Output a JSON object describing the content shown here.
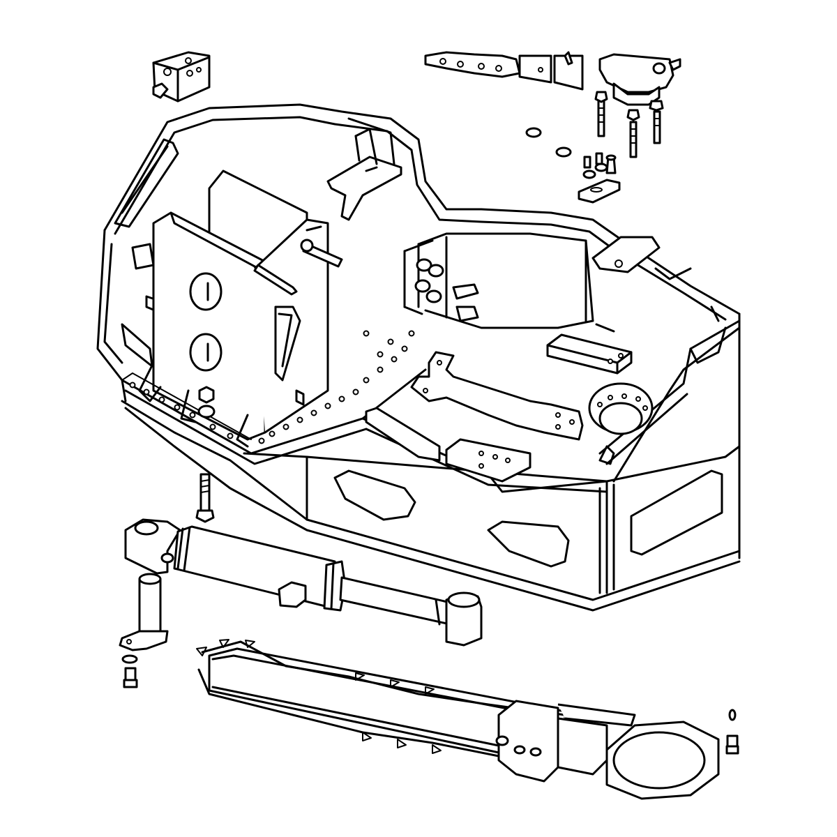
{
  "diagram": {
    "background": "#ffffff",
    "line_color": "#000000",
    "parts": [
      "hydraulic-valve-block",
      "valve-assembly",
      "gearbox-motor",
      "main-frame",
      "boom-mount-bracket",
      "mounting-bracket",
      "support-plate",
      "pivot-bolt",
      "cap-screw",
      "hydraulic-cylinder",
      "pivot-pin",
      "digging-chain",
      "chain-boom",
      "slew-ring",
      "flange-bolt",
      "lock-washer"
    ]
  }
}
